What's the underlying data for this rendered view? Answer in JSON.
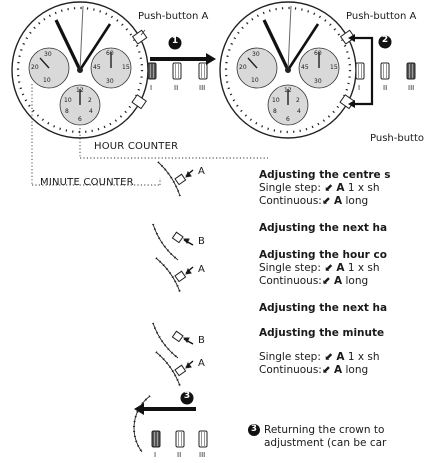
{
  "labels": {
    "push_button_a_left": "Push-button A",
    "push_button_a_right": "Push-button A",
    "push_button_b_right": "Push-butto",
    "hour_counter": "HOUR COUNTER",
    "minute_counter": "MINUTE COUNTER",
    "step1": "1",
    "step2": "2",
    "step3": "3",
    "crown_positions": [
      "I",
      "II",
      "III"
    ]
  },
  "dial": {
    "sub_left_marks": [
      "30",
      "20",
      "10"
    ],
    "sub_right_marks": [
      "60",
      "45",
      "15",
      "30"
    ],
    "sub_bottom_marks": [
      "12",
      "2",
      "10",
      "4",
      "8",
      "6"
    ]
  },
  "side_labels": [
    "A",
    "B",
    "A",
    "B",
    "A"
  ],
  "instructions": {
    "centre_heading": "Adjusting the centre s",
    "centre_single_prefix": "Single step:",
    "centre_single_button": "A",
    "centre_single_rest": "1 x sh",
    "centre_cont_prefix": "Continuous:",
    "centre_cont_button": "A",
    "centre_cont_rest": "long",
    "next_hand_1": "Adjusting the next ha",
    "hour_heading": "Adjusting the hour co",
    "hour_single_prefix": "Single step:",
    "hour_single_button": "A",
    "hour_single_rest": "1 x sh",
    "hour_cont_prefix": "Continuous:",
    "hour_cont_button": "A",
    "hour_cont_rest": "long",
    "next_hand_2": "Adjusting the next ha",
    "minute_heading": "Adjusting the minute",
    "minute_single_prefix": "Single step:",
    "minute_single_button": "A",
    "minute_single_rest": "1 x sh",
    "minute_cont_prefix": "Continuous:",
    "minute_cont_button": "A",
    "minute_cont_rest": "long",
    "return_line1": "Returning the crown to",
    "return_line2": "adjustment (can be car"
  }
}
